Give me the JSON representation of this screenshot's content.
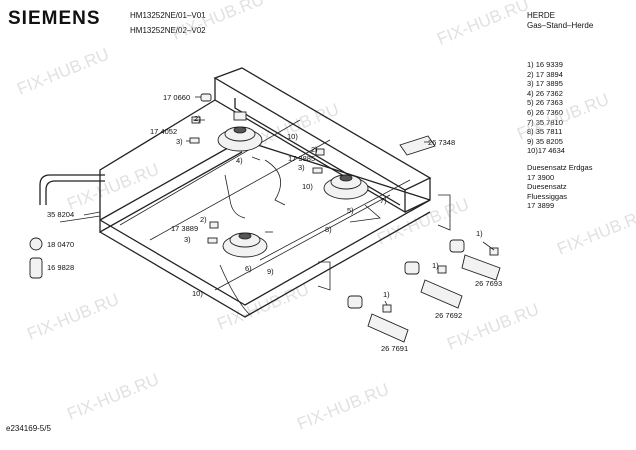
{
  "header": {
    "brand": "SIEMENS",
    "model_lines": [
      "HM13252NE/01–V01",
      "HM13252NE/02–V02"
    ],
    "category": [
      "HERDE",
      "Gas–Stand–Herde"
    ]
  },
  "parts_list": [
    "1)  16 9339",
    "2)  17 3894",
    "3)  17 3895",
    "4)  26 7362",
    "5)  26 7363",
    "6)  26 7360",
    "7)  35 7810",
    "8)  35 7811",
    "9)  35 8205",
    "10)17 4634"
  ],
  "nozzle_sets": [
    "Duesensatz Erdgas",
    "17 3900",
    "Duesensatz",
    "Fluessiggas",
    "17 3899"
  ],
  "callouts": {
    "c170660": "17 0660",
    "c2a": "2)",
    "c174052": "17 4052",
    "c3a": "3)",
    "c10a": "10)",
    "c4": "4)",
    "c2b": "2)",
    "c173885": "17 3885",
    "c3b": "3)",
    "c267348": "26 7348",
    "c10b": "10)",
    "c5": "5)",
    "c7": "7)",
    "c358204": "35 8204",
    "c2c": "2)",
    "c173889": "17 3889",
    "c3c": "3)",
    "c8": "8)",
    "c1a": "1)",
    "c180470": "18 0470",
    "c169828": "16 9828",
    "c6": "6)",
    "c9": "9)",
    "c1b": "1)",
    "c267693": "26 7693",
    "c10c": "10)",
    "c1c": "1)",
    "c267692": "26 7692",
    "c267691": "26 7691"
  },
  "footer": "e234169-5/5",
  "watermark": "FIX-HUB.RU"
}
